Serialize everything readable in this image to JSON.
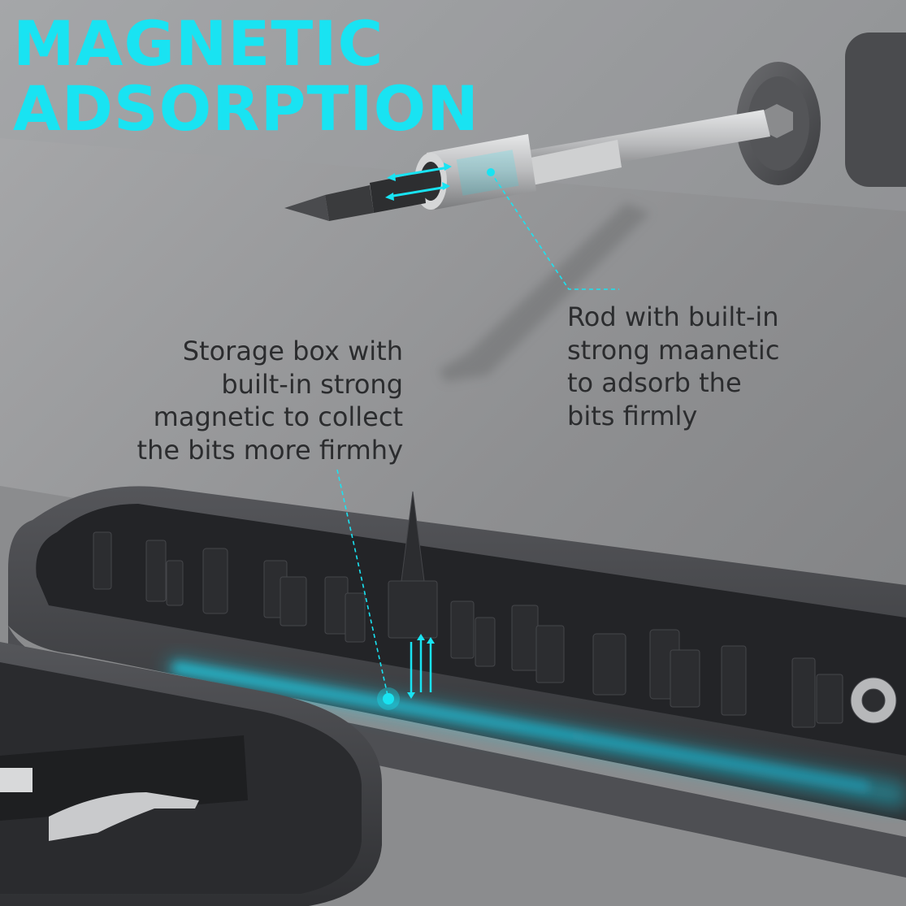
{
  "headline": {
    "line1": "MAGNETIC",
    "line2": "ADSORPTION"
  },
  "callouts": {
    "storage_box": {
      "lines": [
        "Storage box with",
        "built-in strong",
        "magnetic to collect",
        "the bits more firmhy"
      ]
    },
    "rod": {
      "lines": [
        "Rod with built-in",
        "strong maanetic",
        "to adsorb the",
        "bits firmly"
      ]
    }
  },
  "colors": {
    "accent": "#19e3f2",
    "text": "#2b2c2e",
    "background": "#8f9092",
    "case": "#3a3b3e"
  },
  "icons": {
    "magnet_arrows": "double-arrow-icon"
  }
}
